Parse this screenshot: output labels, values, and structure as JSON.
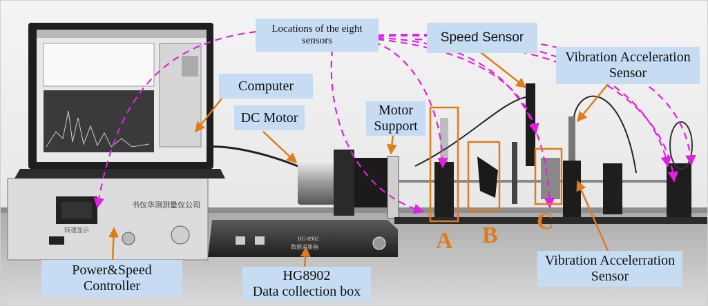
{
  "labels": {
    "locations": "Locations of the eight\nsensors",
    "speed_sensor": "Speed Sensor",
    "vibration_top": "Vibration Acceleration\nSensor",
    "computer": "Computer",
    "dc_motor": "DC Motor",
    "motor_support": "Motor\nSupport",
    "power_speed": "Power&Speed\nController",
    "hg8902": "HG8902\nData collection box",
    "vibration_bottom": "Vibration Accelerration\nSensor"
  },
  "letters": {
    "a": "A",
    "b": "B",
    "c": "C"
  },
  "photo_text": {
    "controller_brand": "书仪华测测量仪公司",
    "controller_panel": "转速显示",
    "box_model": "HG-8902",
    "box_brand": "数据采集箱"
  },
  "colors": {
    "label_fill": "#c6dcf2",
    "orange": "#e07b1c",
    "magenta": "#e020e0"
  }
}
